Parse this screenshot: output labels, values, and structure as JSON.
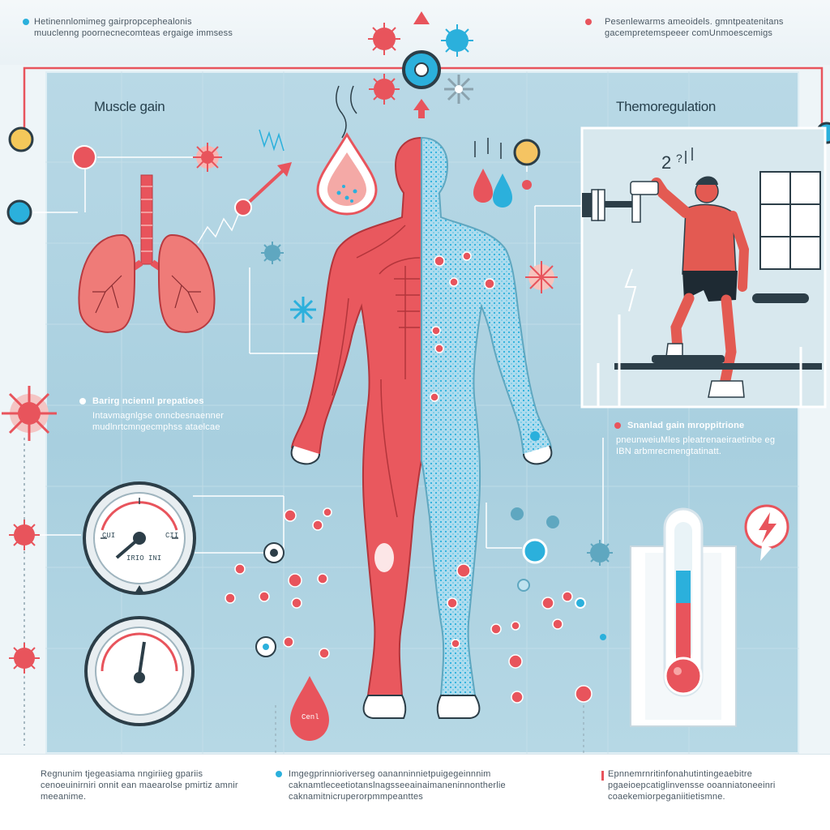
{
  "header": {
    "caption_left": [
      "Hetinennlomimeg gairpropcephealonis",
      "muuclenng poornecnecomteas ergaige immsess"
    ],
    "caption_right": [
      "Pesenlewarms ameoidels. gmntpeatenitans",
      "gacempretemspeeer comUnmoescemigs"
    ]
  },
  "panels": {
    "left_title": "Muscle gain",
    "right_title": "Themoregulation"
  },
  "callouts": {
    "left": {
      "heading": "Barirg nciennl prepatioes",
      "lines": [
        "Intavmagnlgse onncbesnaenner",
        "mudlnrtcmngecmphss ataelcae"
      ]
    },
    "right": {
      "heading": "Snanlad gain mroppitrione",
      "lines": [
        "pneunweiuMles pleatrenaeiraetinbe eg",
        "IBN arbmrecmengtatinatt."
      ]
    }
  },
  "gauges": {
    "top_text_left": "CUI",
    "top_text_right": "CII",
    "top_lower_text": "IRIO INI"
  },
  "drop_label": "Cenl",
  "footer": {
    "left": [
      "Regnunim tjegeasiama nngiriieg gpariis",
      "cenoeuinirniri onnit ean maearolse pmirtiz amnir",
      "meeanime."
    ],
    "middle": [
      "Imgegprinnioriverseg oananninnietpuigegeinnnim",
      "caknamtleceetiotanslnagsseeainaimaneninnontherlie",
      "caknamitnicruperorpmmpeanttes"
    ],
    "right": [
      "Epnnemrnritinfonahutintingeaebitre",
      "pgaeioepcatiglinvensse ooanniatoneeinri",
      "coaekemiorpeganiitietismne."
    ]
  },
  "colors": {
    "accent_red": "#e8545c",
    "accent_blue": "#2bb0dc",
    "panel_blue": "#aed3e2",
    "muscle_red": "#e9585e"
  },
  "icons": [
    "virus-icon",
    "lung-icon",
    "thermometer-icon",
    "gauge-icon",
    "droplet-icon",
    "lightning-icon",
    "dumbbell-icon"
  ]
}
